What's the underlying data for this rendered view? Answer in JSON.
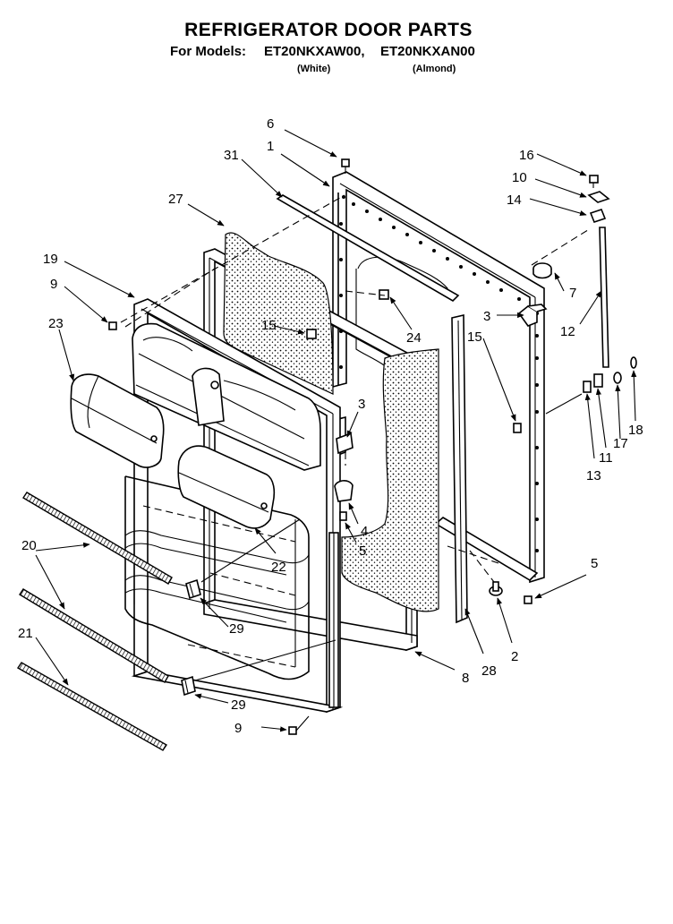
{
  "header": {
    "title": "REFRIGERATOR DOOR PARTS",
    "models_label": "For Models:",
    "model_1": "ET20NKXAW00,",
    "model_2": "ET20NKXAN00",
    "model_1_color": "(White)",
    "model_2_color": "(Almond)"
  },
  "callouts": {
    "p1": "1",
    "p2": "2",
    "p3a": "3",
    "p3b": "3",
    "p4": "4",
    "p5a": "5",
    "p5b": "5",
    "p6": "6",
    "p7": "7",
    "p8": "8",
    "p9a": "9",
    "p9b": "9",
    "p10": "10",
    "p11": "11",
    "p12": "12",
    "p13": "13",
    "p14": "14",
    "p15a": "15",
    "p15b": "15",
    "p16": "16",
    "p17": "17",
    "p18": "18",
    "p19": "19",
    "p20": "20",
    "p21": "21",
    "p22": "22",
    "p23": "23",
    "p24": "24",
    "p27": "27",
    "p28": "28",
    "p29a": "29",
    "p29b": "29",
    "p31": "31"
  }
}
